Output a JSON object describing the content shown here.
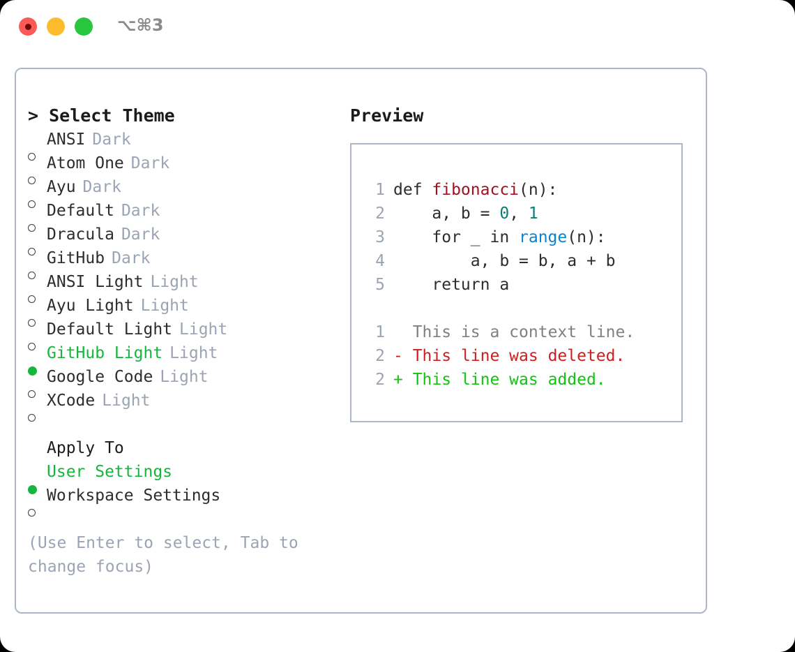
{
  "titlebar": {
    "shortcut": "⌥⌘3",
    "lights": [
      {
        "name": "close",
        "color": "#fc5a55"
      },
      {
        "name": "minimize",
        "color": "#fdbc2e"
      },
      {
        "name": "zoom",
        "color": "#29c63f"
      }
    ]
  },
  "theme_picker": {
    "heading": "> Select Theme",
    "items": [
      {
        "marker": "○",
        "name": "ANSI",
        "variant": "Dark",
        "selected": false
      },
      {
        "marker": "○",
        "name": "Atom One",
        "variant": "Dark",
        "selected": false
      },
      {
        "marker": "○",
        "name": "Ayu",
        "variant": "Dark",
        "selected": false
      },
      {
        "marker": "○",
        "name": "Default",
        "variant": "Dark",
        "selected": false
      },
      {
        "marker": "○",
        "name": "Dracula",
        "variant": "Dark",
        "selected": false
      },
      {
        "marker": "○",
        "name": "GitHub",
        "variant": "Dark",
        "selected": false
      },
      {
        "marker": "○",
        "name": "ANSI Light",
        "variant": "Light",
        "selected": false
      },
      {
        "marker": "○",
        "name": "Ayu Light",
        "variant": "Light",
        "selected": false
      },
      {
        "marker": "○",
        "name": "Default Light",
        "variant": "Light",
        "selected": false
      },
      {
        "marker": "●",
        "name": "GitHub Light",
        "variant": "Light",
        "selected": true
      },
      {
        "marker": "○",
        "name": "Google Code",
        "variant": "Light",
        "selected": false
      },
      {
        "marker": "○",
        "name": "XCode",
        "variant": "Light",
        "selected": false
      }
    ]
  },
  "apply_to": {
    "heading": "Apply To",
    "options": [
      {
        "marker": "●",
        "label": "User Settings",
        "selected": true
      },
      {
        "marker": "○",
        "label": "Workspace Settings",
        "selected": false
      }
    ]
  },
  "hint": "(Use Enter to select, Tab to change focus)",
  "preview": {
    "title": "Preview",
    "code_lines": [
      {
        "num": "1",
        "segments": [
          {
            "text": "def ",
            "token": "keyword"
          },
          {
            "text": "fibonacci",
            "token": "function"
          },
          {
            "text": "(n):",
            "token": "plain"
          }
        ]
      },
      {
        "num": "2",
        "segments": [
          {
            "text": "    a, b = ",
            "token": "plain"
          },
          {
            "text": "0",
            "token": "number"
          },
          {
            "text": ", ",
            "token": "plain"
          },
          {
            "text": "1",
            "token": "number"
          }
        ]
      },
      {
        "num": "3",
        "segments": [
          {
            "text": "    for _ in ",
            "token": "plain"
          },
          {
            "text": "range",
            "token": "call"
          },
          {
            "text": "(n):",
            "token": "plain"
          }
        ]
      },
      {
        "num": "4",
        "segments": [
          {
            "text": "        a, b = b, a + b",
            "token": "plain"
          }
        ]
      },
      {
        "num": "5",
        "segments": [
          {
            "text": "    return a",
            "token": "plain"
          }
        ]
      }
    ],
    "diff_lines": [
      {
        "num": "1",
        "prefix": "  ",
        "text": "This is a context line.",
        "kind": "context"
      },
      {
        "num": "2",
        "prefix": "- ",
        "text": "This line was deleted.",
        "kind": "deleted"
      },
      {
        "num": "2",
        "prefix": "+ ",
        "text": "This line was added.",
        "kind": "added"
      }
    ]
  },
  "colors": {
    "accent_green": "#16b63c",
    "muted": "#9ba4b4",
    "border": "#aeb7c4",
    "function": "#a41020",
    "number": "#0b7d77",
    "call": "#0a84c8",
    "diff_deleted": "#cc1f1f",
    "diff_added": "#13c212",
    "diff_context": "#808080"
  }
}
